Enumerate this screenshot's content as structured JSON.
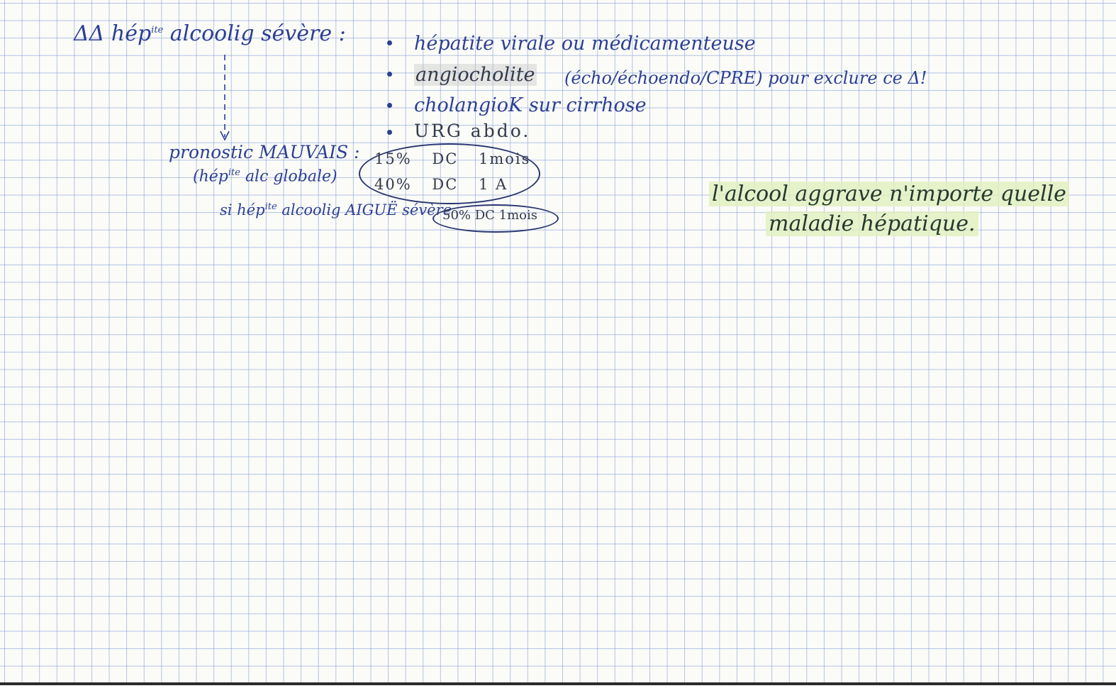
{
  "note": {
    "heading_delta": "ΔΔ",
    "heading_pre": "hép",
    "heading_sup": "ite",
    "heading_post": "alcoolig sévère :",
    "differential": [
      "hépatite virale ou médicamenteuse",
      "angiocholite",
      "(écho/échoendo/CPRE) pour exclure ce Δ!",
      "cholangioK sur cirrhose",
      "URG abdo."
    ],
    "prognosis_label": "pronostic MAUVAIS :",
    "prognosis_sub": "(hép",
    "prognosis_sub_sup": "ite",
    "prognosis_sub_post": "alc globale)",
    "stats": [
      {
        "pct": "15%",
        "dc": "DC",
        "time": "1mois"
      },
      {
        "pct": "40%",
        "dc": "DC",
        "time": "1 A"
      }
    ],
    "aigue_pre": "si hép",
    "aigue_sup": "ite",
    "aigue_post": "alcoolig AIGUË sévère",
    "aigue_stat": "50% DC 1mois",
    "side_note_line1": "l'alcool aggrave n'importe quelle",
    "side_note_line2": "maladie hépatique."
  }
}
